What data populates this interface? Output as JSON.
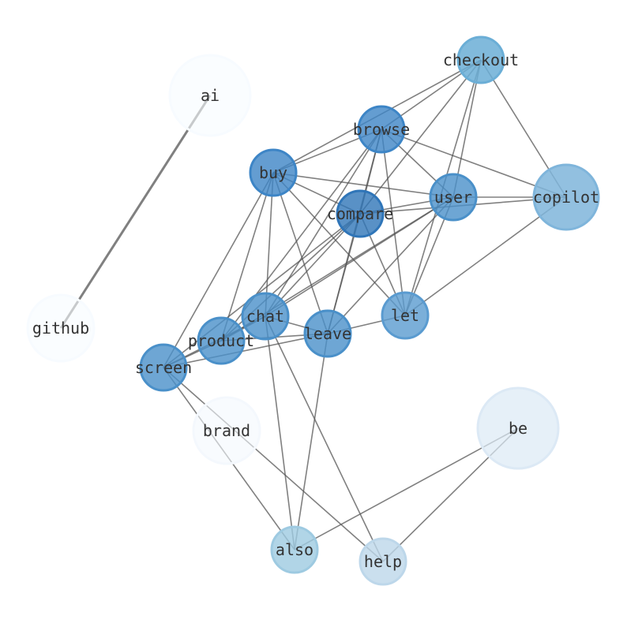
{
  "nodes": [
    {
      "id": "checkout",
      "label": "checkout",
      "color": "#6baed6",
      "weight": 0.85
    },
    {
      "id": "ai",
      "label": "ai",
      "color": "#f7fbff",
      "weight": 0.6
    },
    {
      "id": "browse",
      "label": "browse",
      "color": "#3d85c6",
      "weight": 0.8
    },
    {
      "id": "buy",
      "label": "buy",
      "color": "#3d85c6",
      "weight": 0.8
    },
    {
      "id": "user",
      "label": "user",
      "color": "#4a90c9",
      "weight": 0.8
    },
    {
      "id": "copilot",
      "label": "copilot",
      "color": "#7fb5db",
      "weight": 0.85
    },
    {
      "id": "compare",
      "label": "compare",
      "color": "#2f75b8",
      "weight": 0.8
    },
    {
      "id": "github",
      "label": "github",
      "color": "#f7fbff",
      "weight": 0.6
    },
    {
      "id": "chat",
      "label": "chat",
      "color": "#4a90c9",
      "weight": 0.8
    },
    {
      "id": "let",
      "label": "let",
      "color": "#5a9bd0",
      "weight": 0.8
    },
    {
      "id": "leave",
      "label": "leave",
      "color": "#4a90c9",
      "weight": 0.8
    },
    {
      "id": "product",
      "label": "product",
      "color": "#4a90c9",
      "weight": 0.8
    },
    {
      "id": "screen",
      "label": "screen",
      "color": "#4a90c9",
      "weight": 0.8
    },
    {
      "id": "brand",
      "label": "brand",
      "color": "#f4f8fd",
      "weight": 0.6
    },
    {
      "id": "be",
      "label": "be",
      "color": "#dce9f5",
      "weight": 0.7
    },
    {
      "id": "also",
      "label": "also",
      "color": "#9ecae1",
      "weight": 0.8
    },
    {
      "id": "help",
      "label": "help",
      "color": "#bdd7ea",
      "weight": 0.8
    }
  ],
  "edges": [
    [
      "ai",
      "github"
    ],
    [
      "checkout",
      "browse"
    ],
    [
      "checkout",
      "buy"
    ],
    [
      "checkout",
      "compare"
    ],
    [
      "checkout",
      "user"
    ],
    [
      "checkout",
      "let"
    ],
    [
      "checkout",
      "copilot"
    ],
    [
      "browse",
      "buy"
    ],
    [
      "browse",
      "user"
    ],
    [
      "browse",
      "copilot"
    ],
    [
      "browse",
      "compare"
    ],
    [
      "browse",
      "chat"
    ],
    [
      "browse",
      "product"
    ],
    [
      "browse",
      "let"
    ],
    [
      "browse",
      "leave"
    ],
    [
      "buy",
      "user"
    ],
    [
      "buy",
      "compare"
    ],
    [
      "buy",
      "let"
    ],
    [
      "buy",
      "leave"
    ],
    [
      "buy",
      "chat"
    ],
    [
      "buy",
      "product"
    ],
    [
      "buy",
      "screen"
    ],
    [
      "user",
      "copilot"
    ],
    [
      "user",
      "compare"
    ],
    [
      "user",
      "chat"
    ],
    [
      "user",
      "let"
    ],
    [
      "user",
      "leave"
    ],
    [
      "user",
      "product"
    ],
    [
      "compare",
      "copilot"
    ],
    [
      "compare",
      "leave"
    ],
    [
      "compare",
      "chat"
    ],
    [
      "compare",
      "product"
    ],
    [
      "compare",
      "screen"
    ],
    [
      "compare",
      "let"
    ],
    [
      "copilot",
      "let"
    ],
    [
      "chat",
      "leave"
    ],
    [
      "chat",
      "also"
    ],
    [
      "chat",
      "help"
    ],
    [
      "chat",
      "screen"
    ],
    [
      "chat",
      "product"
    ],
    [
      "leave",
      "let"
    ],
    [
      "leave",
      "product"
    ],
    [
      "leave",
      "screen"
    ],
    [
      "leave",
      "also"
    ],
    [
      "screen",
      "also"
    ],
    [
      "screen",
      "help"
    ],
    [
      "screen",
      "product"
    ],
    [
      "be",
      "also"
    ],
    [
      "be",
      "help"
    ]
  ]
}
